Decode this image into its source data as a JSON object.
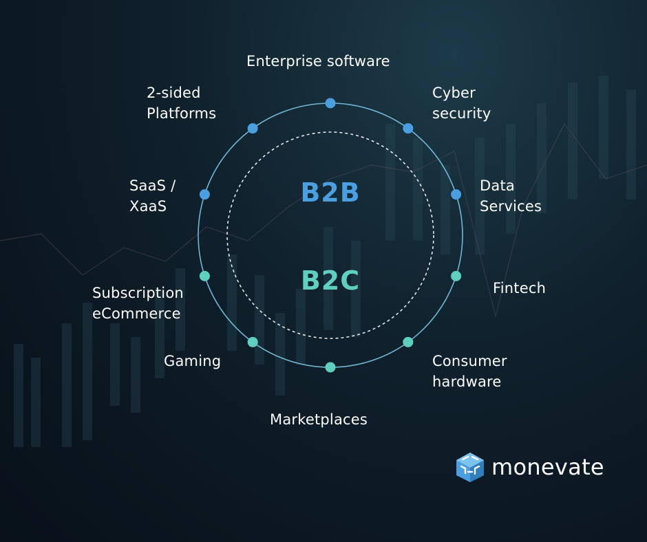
{
  "center": {
    "top": "B2B",
    "bottom": "B2C"
  },
  "colors": {
    "b2b": "#4a9fe0",
    "b2c": "#5fd0c0",
    "ring": "#6fb8d6",
    "dashed": "#ffffff"
  },
  "segments": {
    "b2b": [
      "Enterprise software",
      "Cyber security",
      "Data Services",
      "SaaS / XaaS",
      "2-sided Platforms"
    ],
    "b2c": [
      "Fintech",
      "Consumer hardware",
      "Marketplaces",
      "Gaming",
      "Subscription eCommerce"
    ]
  },
  "labels": {
    "enterprise": [
      "Enterprise software"
    ],
    "cyber": [
      "Cyber",
      "security"
    ],
    "data": [
      "Data",
      "Services"
    ],
    "fintech": [
      "Fintech"
    ],
    "consumer": [
      "Consumer",
      "hardware"
    ],
    "marketplaces": [
      "Marketplaces"
    ],
    "gaming": [
      "Gaming"
    ],
    "subscription": [
      "Subscription",
      "eCommerce"
    ],
    "saas": [
      "SaaS /",
      "XaaS"
    ],
    "platforms": [
      "2-sided",
      "Platforms"
    ]
  },
  "brand": {
    "name": "monevate",
    "icon": "monevate-cube-logo-icon"
  }
}
